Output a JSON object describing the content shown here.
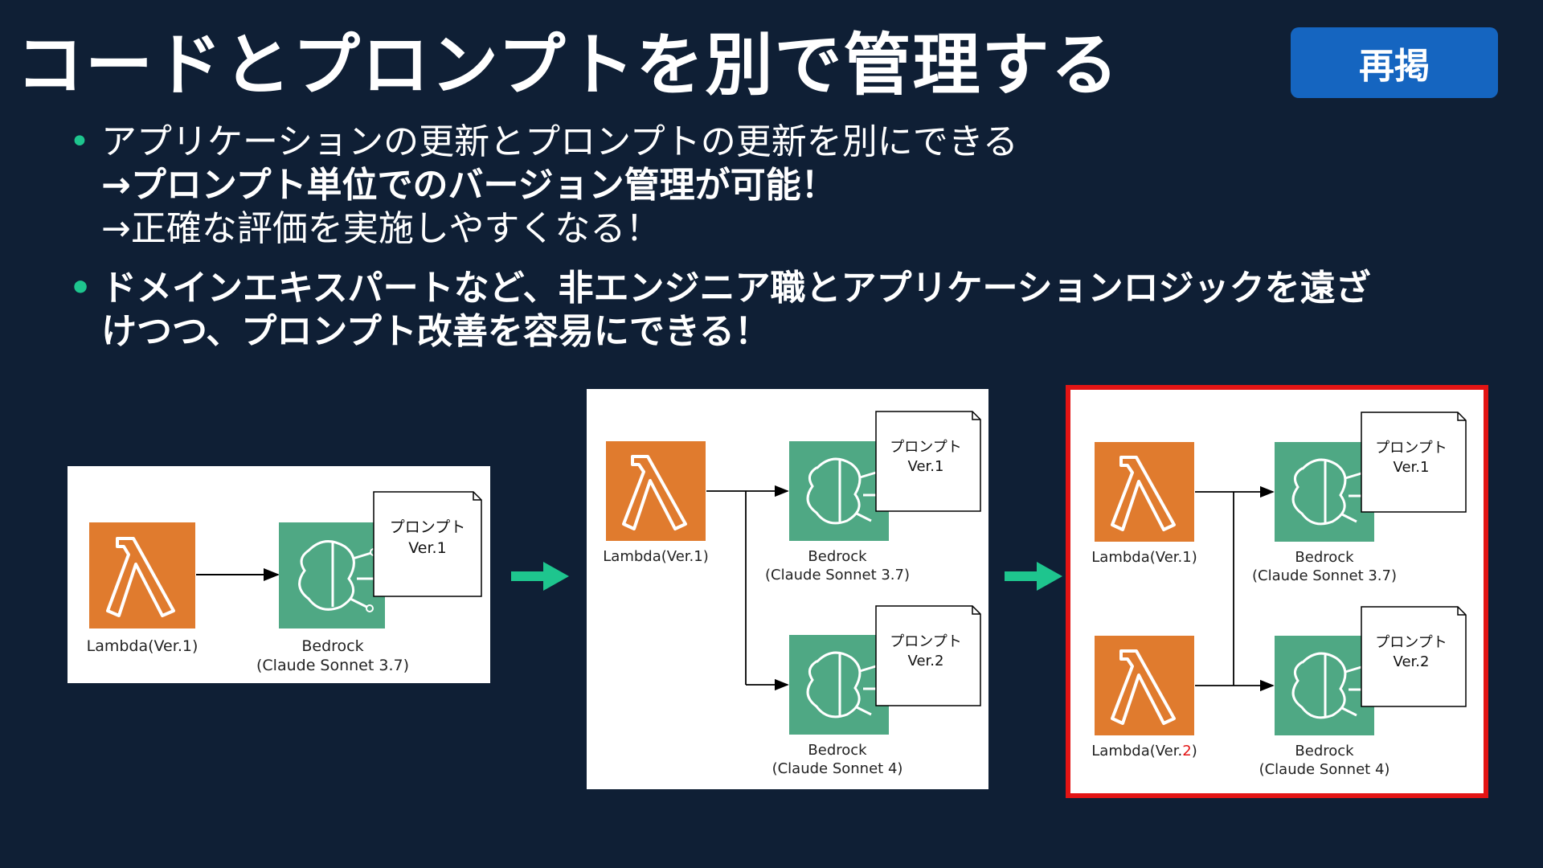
{
  "title": "コードとプロンプトを別で管理する",
  "badge": "再掲",
  "bullets": [
    {
      "lines": [
        "アプリケーションの更新とプロンプトの更新を別にできる",
        "→プロンプト単位でのバージョン管理が可能！",
        "→正確な評価を実施しやすくなる！"
      ]
    },
    {
      "lines": [
        "ドメインエキスパートなど、非エンジニア職とアプリケーションロジックを遠ざ",
        "けつつ、プロンプト改善を容易にできる！"
      ]
    }
  ],
  "colors": {
    "background": "#0f1f35",
    "badge": "#1565c0",
    "bullet_dot": "#1ec58e",
    "lambda": "#e07b2e",
    "bedrock": "#4fa884",
    "highlight_border": "#e31414",
    "arrow": "#1ec58e"
  },
  "diagram1": {
    "lambda_label": "Lambda(Ver.1)",
    "bedrock_label_1": "Bedrock",
    "bedrock_label_2": "(Claude Sonnet 3.7)",
    "doc_line1": "プロンプト",
    "doc_line2": "Ver.1"
  },
  "diagram2": {
    "lambda_label": "Lambda(Ver.1)",
    "top_bedrock_1": "Bedrock",
    "top_bedrock_2": "(Claude Sonnet 3.7)",
    "top_doc_1": "プロンプト",
    "top_doc_2": "Ver.1",
    "bottom_bedrock_1": "Bedrock",
    "bottom_bedrock_2": "(Claude Sonnet 4)",
    "bottom_doc_1": "プロンプト",
    "bottom_doc_2": "Ver.2"
  },
  "diagram3": {
    "top_lambda_label": "Lambda(Ver.1)",
    "bottom_lambda_prefix": "Lambda(Ver.",
    "bottom_lambda_version": "2",
    "bottom_lambda_suffix": ")",
    "top_bedrock_1": "Bedrock",
    "top_bedrock_2": "(Claude Sonnet 3.7)",
    "top_doc_1": "プロンプト",
    "top_doc_2": "Ver.1",
    "bottom_bedrock_1": "Bedrock",
    "bottom_bedrock_2": "(Claude Sonnet 4)",
    "bottom_doc_1": "プロンプト",
    "bottom_doc_2": "Ver.2"
  }
}
